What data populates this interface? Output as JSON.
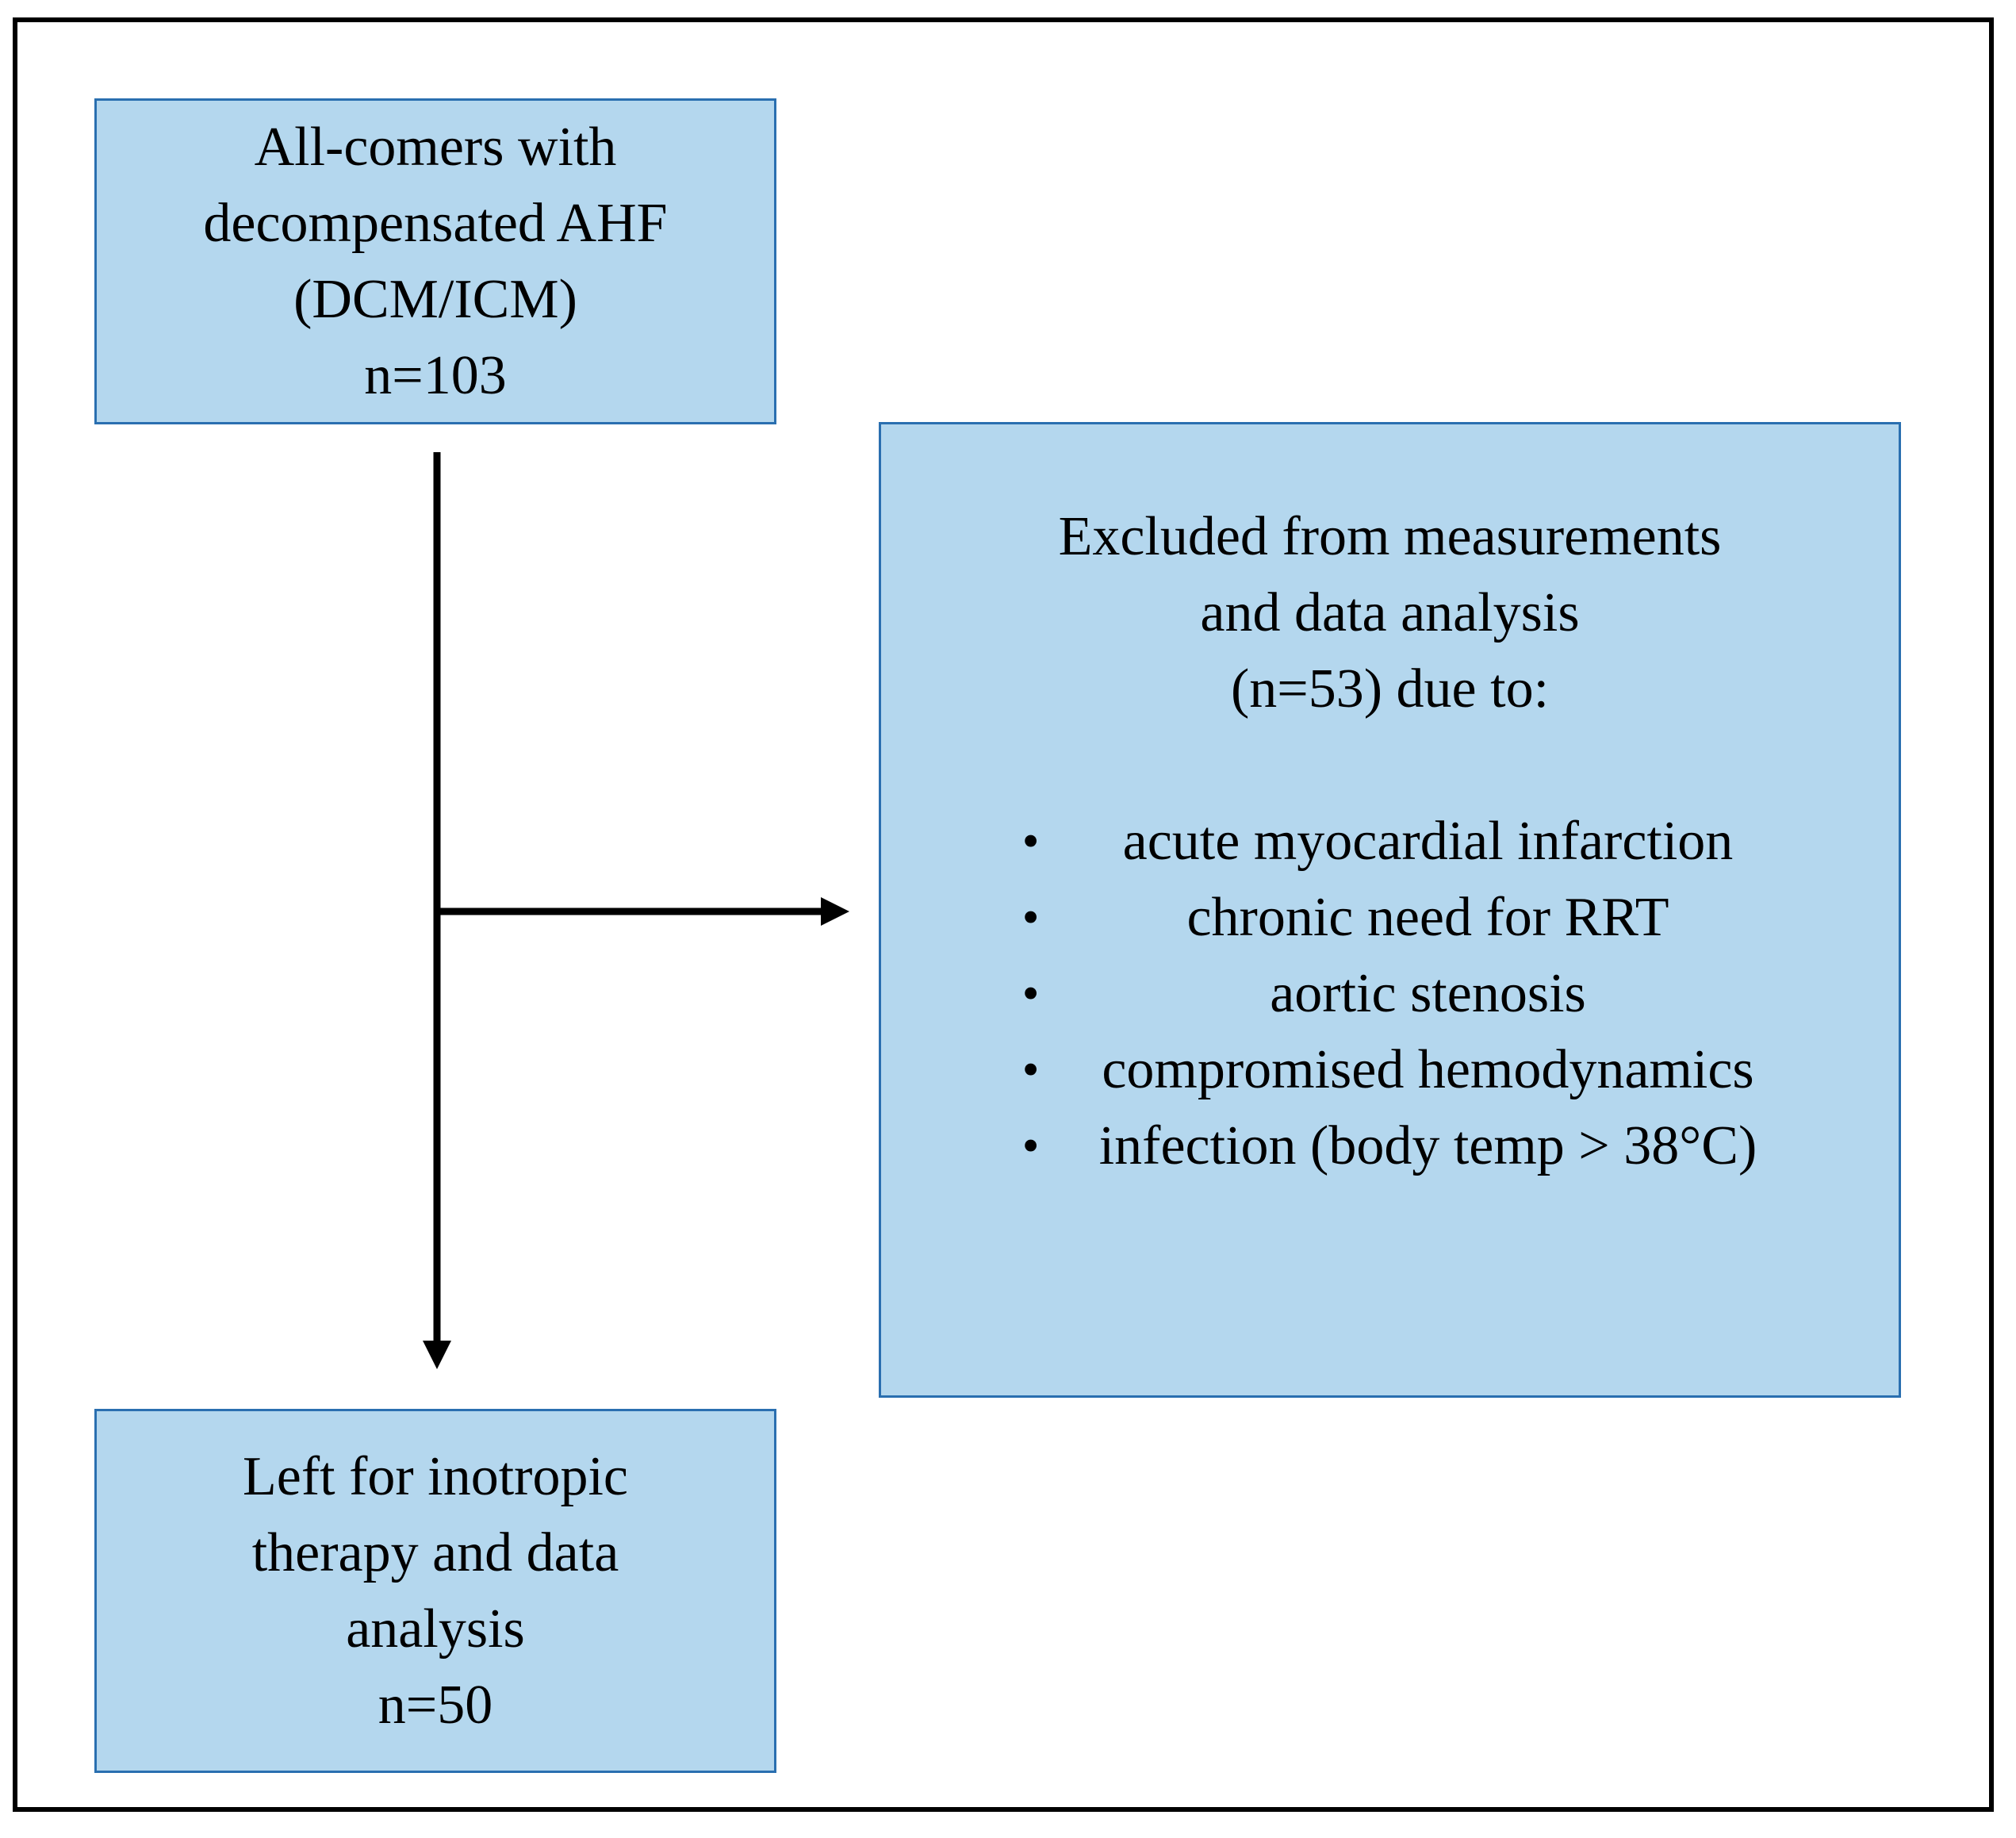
{
  "diagram": {
    "start_box": {
      "lines": [
        "All-comers with",
        "decompensated AHF",
        "(DCM/ICM)",
        "n=103"
      ]
    },
    "excluded_box": {
      "lines": [
        "Excluded from measurements",
        "and data analysis",
        "(n=53) due to:"
      ],
      "bullet_glyph": "•",
      "reasons": [
        "acute myocardial infarction",
        "chronic need for RRT",
        "aortic stenosis",
        "compromised hemodynamics",
        "infection (body temp > 38°C)"
      ]
    },
    "result_box": {
      "lines": [
        "Left for inotropic",
        "therapy and data",
        "analysis",
        "n=50"
      ]
    },
    "colors": {
      "box_fill": "#b4d7ee",
      "box_border": "#2a6fb0",
      "arrow": "#000000"
    }
  }
}
